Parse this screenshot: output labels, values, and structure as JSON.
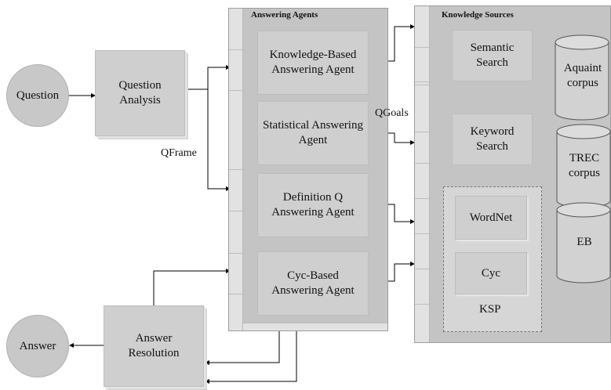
{
  "nodes": {
    "question": "Question",
    "question_analysis": "Question Analysis",
    "answer": "Answer",
    "answer_resolution": "Answer Resolution"
  },
  "answering_agents": {
    "title": "Answering Agents",
    "agents": [
      "Knowledge-Based Answering Agent",
      "Statistical Answering Agent",
      "Definition Q Answering Agent",
      "Cyc-Based Answering Agent"
    ]
  },
  "knowledge_sources": {
    "title": "Knowledge Sources",
    "semantic_search": "Semantic Search",
    "keyword_search": "Keyword Search",
    "ksp": {
      "label": "KSP",
      "wordnet": "WordNet",
      "cyc": "Cyc"
    },
    "corpora": [
      "Aquaint corpus",
      "TREC corpus",
      "EB"
    ]
  },
  "edge_labels": {
    "qframe": "QFrame",
    "qgoals": "QGoals"
  }
}
